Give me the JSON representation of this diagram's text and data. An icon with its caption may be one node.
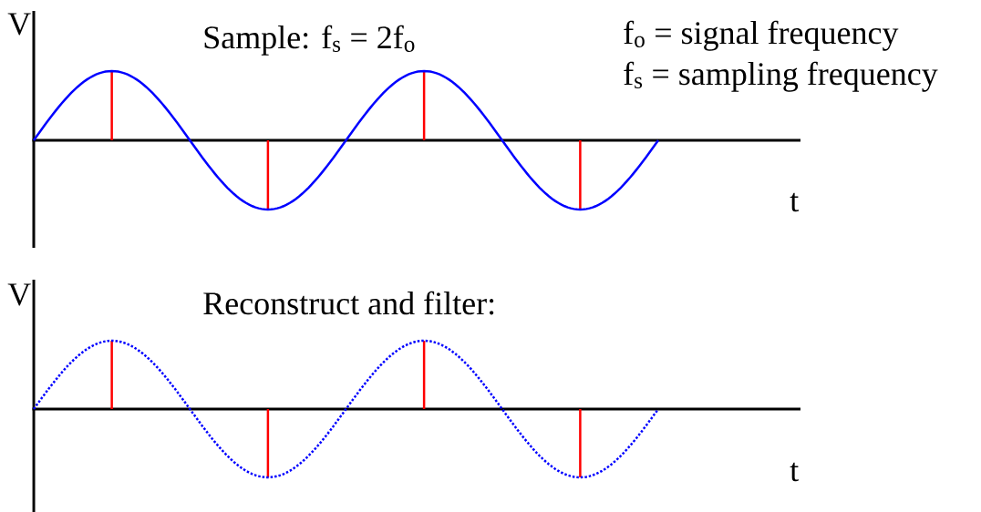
{
  "diagram": {
    "labels": [
      "V",
      "Sample: f$_{s}$ = 2f$_{o}$",
      "f$_{o}$ = signal frequency",
      "f$_{s}$ = sampling frequency",
      "t",
      "V",
      "Reconstruct and filter:",
      "t"
    ]
  }
}
